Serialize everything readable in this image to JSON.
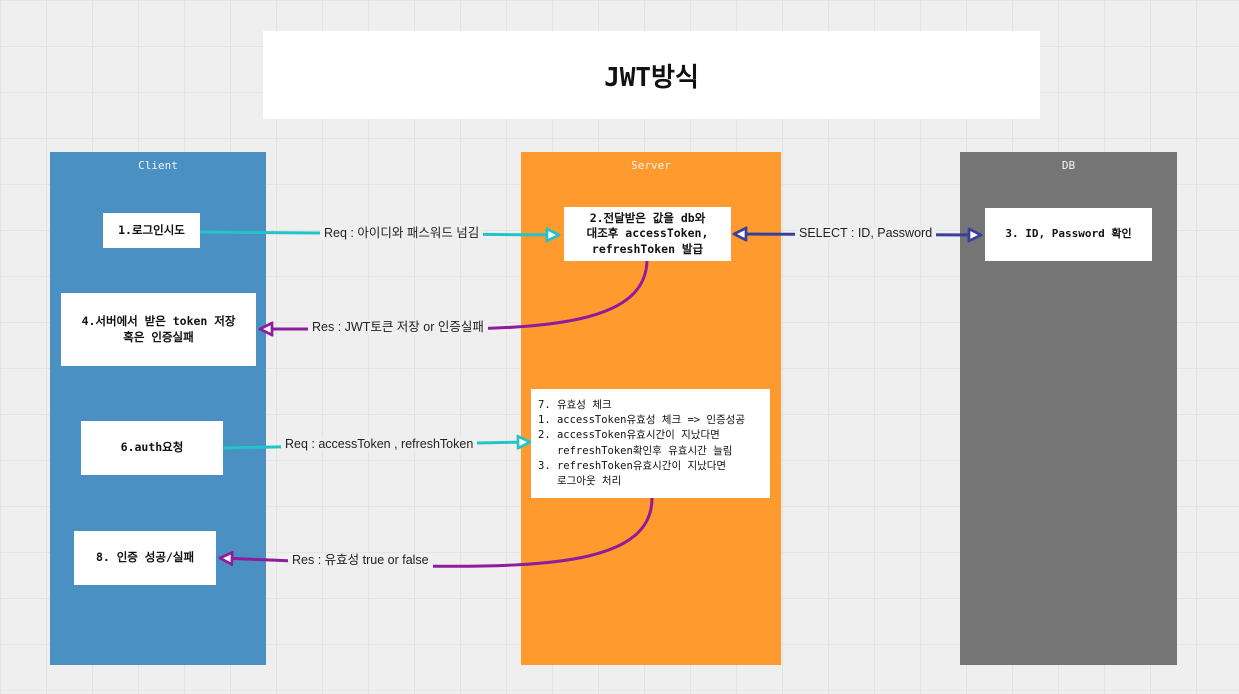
{
  "title": "JWT방식",
  "lanes": {
    "client": "Client",
    "server": "Server",
    "db": "DB"
  },
  "notes": {
    "login": "1.로그인시도",
    "server_issue": "2.전달받은 값을 db와\n대조후 accessToken,\nrefreshToken 발급",
    "db_check": "3. ID, Password 확인",
    "client_store": "4.서버에서 받은 token 저장\n혹은 인증실패",
    "auth_request": "6.auth요청",
    "auth_result": "8. 인증 성공/실패"
  },
  "validity_check": [
    "7. 유효성 체크",
    "1. accessToken유효성 체크 => 인증성공",
    "2. accessToken유효시간이 지났다면",
    "   refreshToken확인후 유효시간 늘림",
    "3. refreshToken유효시간이 지났다면",
    "   로그아웃 처리"
  ],
  "arrow_labels": {
    "req_login": "Req : 아이디와 패스워드 넘김",
    "select_db": "SELECT : ID, Password",
    "res_jwt": "Res : JWT토큰 저장 or 인증실패",
    "req_auth": "Req : accessToken , refreshToken",
    "res_validity": "Res : 유효성 true or false"
  },
  "colors": {
    "client_lane": "#4a90c2",
    "server_lane": "#ff9a2e",
    "db_lane": "#757575",
    "request_arrow": "#22c4c9",
    "response_arrow": "#8e1c9c",
    "db_arrow": "#3a3e9c"
  }
}
